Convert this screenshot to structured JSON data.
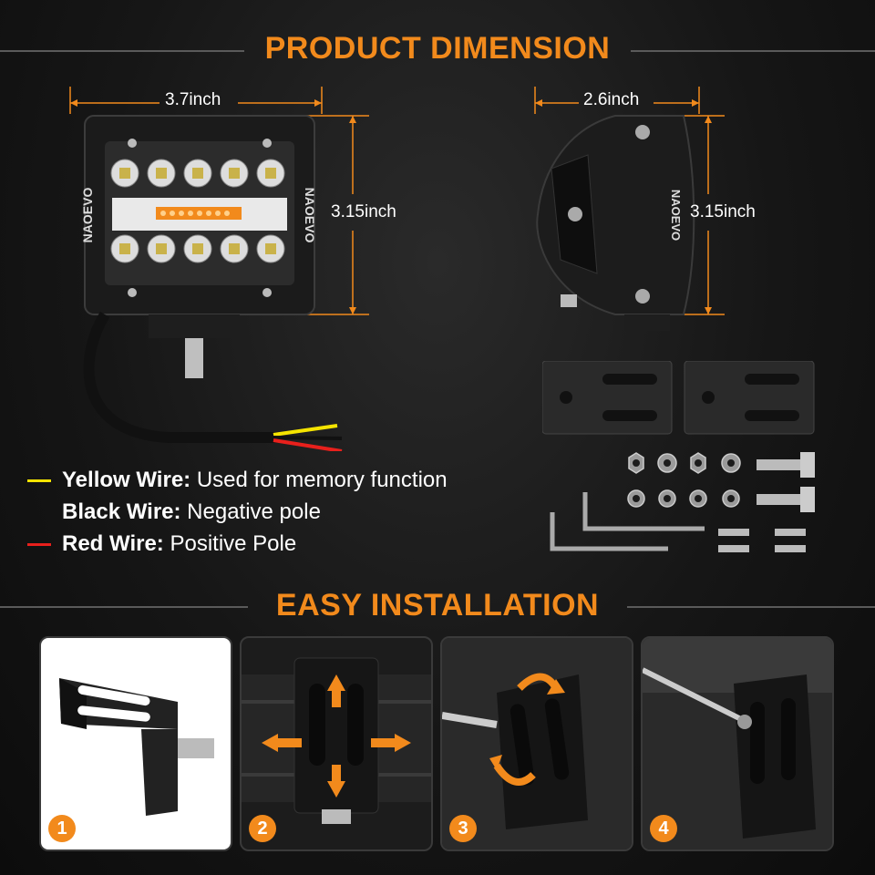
{
  "dimension_section": {
    "title": "PRODUCT DIMENSION",
    "front_width": "3.7inch",
    "front_height": "3.15inch",
    "side_width": "2.6inch",
    "side_height": "3.15inch",
    "brand_text": "NAOEVO"
  },
  "wires": [
    {
      "name": "Yellow Wire:",
      "desc": " Used for memory function",
      "color": "#f5e400"
    },
    {
      "name": "Black Wire:",
      "desc": " Negative pole",
      "color": ""
    },
    {
      "name": "Red Wire:",
      "desc": " Positive Pole",
      "color": "#e8201c"
    }
  ],
  "installation_section": {
    "title": "EASY INSTALLATION",
    "steps": [
      "1",
      "2",
      "3",
      "4"
    ]
  },
  "colors": {
    "accent": "#f28a1c",
    "yellow_wire": "#f5e400",
    "red_wire": "#e8201c"
  }
}
